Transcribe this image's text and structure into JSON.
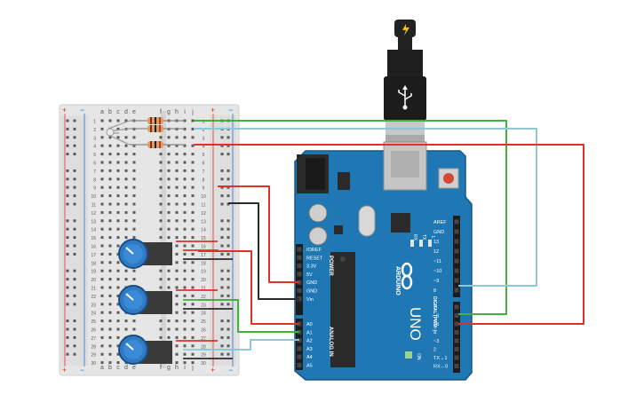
{
  "breadboard": {
    "col_letters_left": [
      "a",
      "b",
      "c",
      "d",
      "e"
    ],
    "col_letters_right": [
      "f",
      "g",
      "h",
      "i",
      "j"
    ],
    "plus_sign": "+",
    "minus_sign": "−",
    "row_numbers": [
      "1",
      "2",
      "3",
      "4",
      "5",
      "6",
      "7",
      "8",
      "9",
      "10",
      "11",
      "12",
      "13",
      "14",
      "15",
      "16",
      "17",
      "18",
      "19",
      "20",
      "21",
      "22",
      "23",
      "24",
      "25",
      "26",
      "27",
      "28",
      "29",
      "30"
    ]
  },
  "arduino": {
    "logo_text": "ARDUINO",
    "model_text": "UNO",
    "power_header_title": "POWER",
    "analog_header_title": "ANALOG IN",
    "digital_header_title": "DIGITAL (PWM~)",
    "power_pins": [
      "IOREF",
      "RESET",
      "3.3V",
      "5V",
      "GND",
      "GND",
      "Vin"
    ],
    "analog_pins": [
      "A0",
      "A1",
      "A2",
      "A3",
      "A4",
      "A5"
    ],
    "digital_top_pins": [
      "AREF",
      "GND",
      "13",
      "12",
      "~11",
      "~10",
      "~9",
      "8"
    ],
    "digital_bottom_pins": [
      "7",
      "~6",
      "~5",
      "4",
      "~3",
      "2",
      "TX→1",
      "RX←0"
    ],
    "led_labels": [
      "RX",
      "TX",
      "L"
    ],
    "on_label": "ON"
  },
  "colors": {
    "wire_red": "#e0302a",
    "wire_green": "#3fb23a",
    "wire_blue": "#8ec8d8",
    "wire_black": "#2a2a2a",
    "board_blue": "#1f78b4",
    "breadboard_bg": "#e6e6e6",
    "pot_blue": "#2e7bc4"
  },
  "icons": {
    "usb_plug": "usb-icon",
    "lightning": "lightning-icon"
  }
}
